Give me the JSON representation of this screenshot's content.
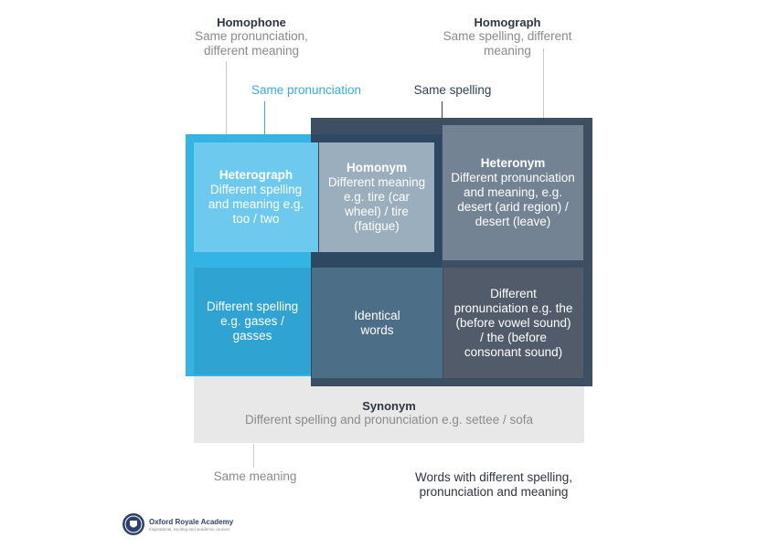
{
  "homophone": {
    "title": "Homophone",
    "desc": "Same pronunciation, different meaning"
  },
  "homograph": {
    "title": "Homograph",
    "desc": "Same spelling, different meaning"
  },
  "labels": {
    "same_pronunciation": "Same pronunciation",
    "same_spelling": "Same spelling",
    "same_meaning": "Same meaning",
    "different_all": "Words with different spelling, pronunciation and meaning"
  },
  "cells": {
    "heterograph": {
      "title": "Heterograph",
      "body": "Different spelling and meaning e.g. too / two"
    },
    "homonym": {
      "title": "Homonym",
      "body": "Different meaning e.g. tire (car wheel) / tire (fatigue)"
    },
    "heteronym": {
      "title": "Heteronym",
      "body": "Different pronunciation and meaning, e.g. desert (arid region) / desert (leave)"
    },
    "diff_spelling": {
      "body": "Different spelling e.g. gases / gasses"
    },
    "identical": {
      "body": "Identical words"
    },
    "diff_pronunciation": {
      "body": "Different pronunciation e.g. the (before vowel sound) / the (before consonant sound)"
    }
  },
  "synonym": {
    "title": "Synonym",
    "desc": "Different spelling and pronunciation e.g. settee / sofa"
  },
  "logo": {
    "name": "Oxford Royale Academy",
    "tagline": "Inspirational, exciting and academic courses"
  },
  "colors": {
    "homophone_blue": "#34b4e4",
    "homograph_navy": "#2f4257",
    "label_blue": "#35aedd",
    "synonym_grey": "#e8e8e8"
  }
}
